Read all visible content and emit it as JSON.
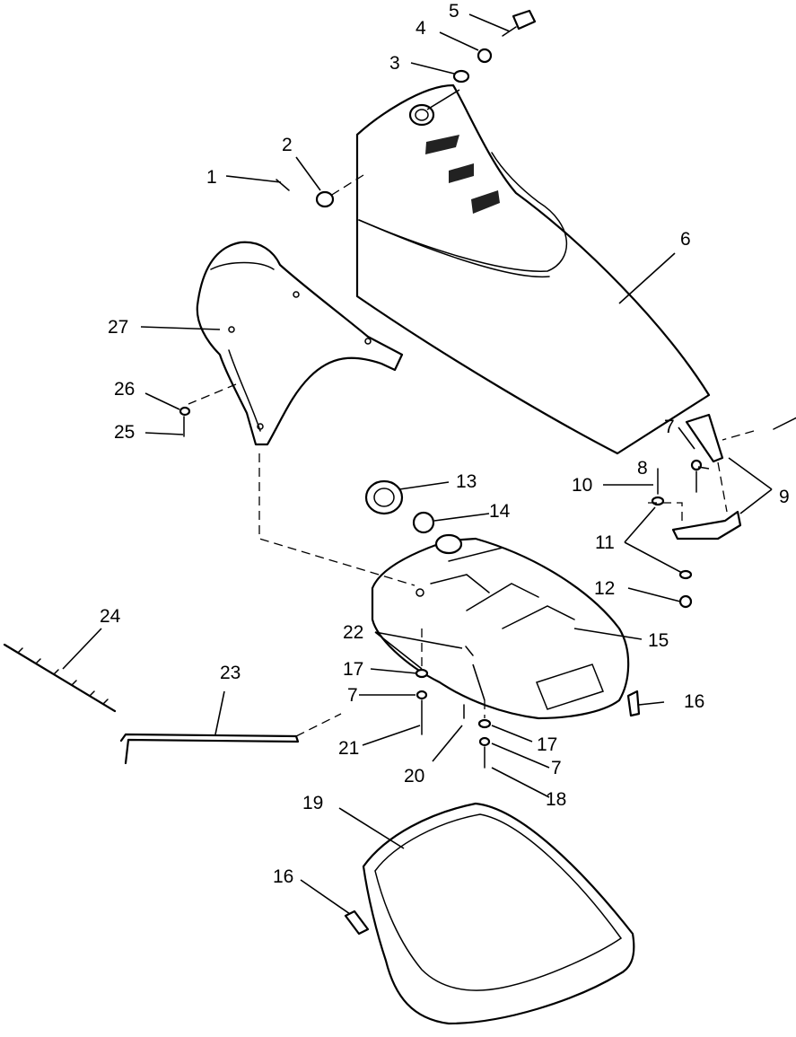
{
  "diagram": {
    "callouts": [
      {
        "id": "c1",
        "text": "1"
      },
      {
        "id": "c2",
        "text": "2"
      },
      {
        "id": "c3",
        "text": "3"
      },
      {
        "id": "c4",
        "text": "4"
      },
      {
        "id": "c5",
        "text": "5"
      },
      {
        "id": "c6",
        "text": "6"
      },
      {
        "id": "c7a",
        "text": "7"
      },
      {
        "id": "c7b",
        "text": "7"
      },
      {
        "id": "c7c",
        "text": "7"
      },
      {
        "id": "c8",
        "text": "8"
      },
      {
        "id": "c9",
        "text": "9"
      },
      {
        "id": "c10",
        "text": "10"
      },
      {
        "id": "c11",
        "text": "11"
      },
      {
        "id": "c12",
        "text": "12"
      },
      {
        "id": "c13",
        "text": "13"
      },
      {
        "id": "c14",
        "text": "14"
      },
      {
        "id": "c15",
        "text": "15"
      },
      {
        "id": "c16a",
        "text": "16"
      },
      {
        "id": "c16b",
        "text": "16"
      },
      {
        "id": "c17a",
        "text": "17"
      },
      {
        "id": "c17b",
        "text": "17"
      },
      {
        "id": "c18",
        "text": "18"
      },
      {
        "id": "c19",
        "text": "19"
      },
      {
        "id": "c20",
        "text": "20"
      },
      {
        "id": "c21",
        "text": "21"
      },
      {
        "id": "c22",
        "text": "22"
      },
      {
        "id": "c23",
        "text": "23"
      },
      {
        "id": "c24",
        "text": "24"
      },
      {
        "id": "c25",
        "text": "25"
      },
      {
        "id": "c26",
        "text": "26"
      },
      {
        "id": "c27",
        "text": "27"
      }
    ]
  }
}
